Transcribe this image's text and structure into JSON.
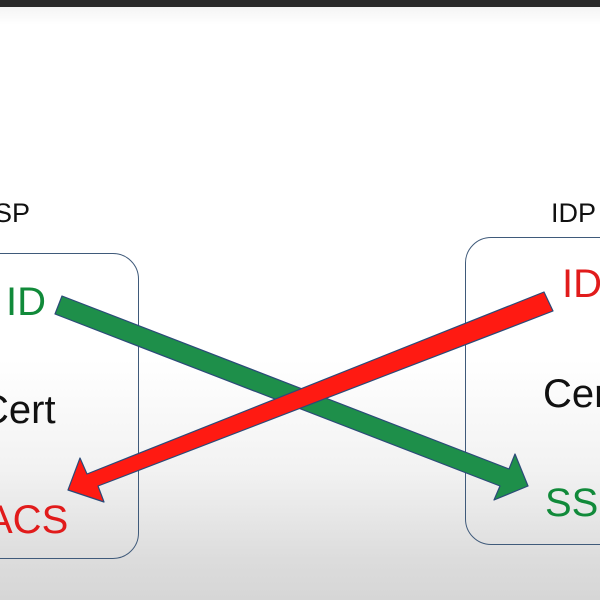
{
  "diagram": {
    "left_party": {
      "label": "SP",
      "entity_id": "ID",
      "cert": "Cert",
      "endpoint": "ACS"
    },
    "right_party": {
      "label": "IDP",
      "entity_id": "ID",
      "cert": "Cert",
      "endpoint": "SSO"
    },
    "colors": {
      "green_arrow": "#1e8f4a",
      "red_arrow": "#ff1a12",
      "arrow_outline": "#2b4a78",
      "green_text": "#118a3a",
      "red_text": "#e11b1b",
      "panel_border": "#3f5a7a"
    },
    "arrows": [
      {
        "from": "left_party.entity_id",
        "to": "right_party.endpoint",
        "color": "green"
      },
      {
        "from": "right_party.entity_id",
        "to": "left_party.endpoint",
        "color": "red"
      }
    ]
  }
}
